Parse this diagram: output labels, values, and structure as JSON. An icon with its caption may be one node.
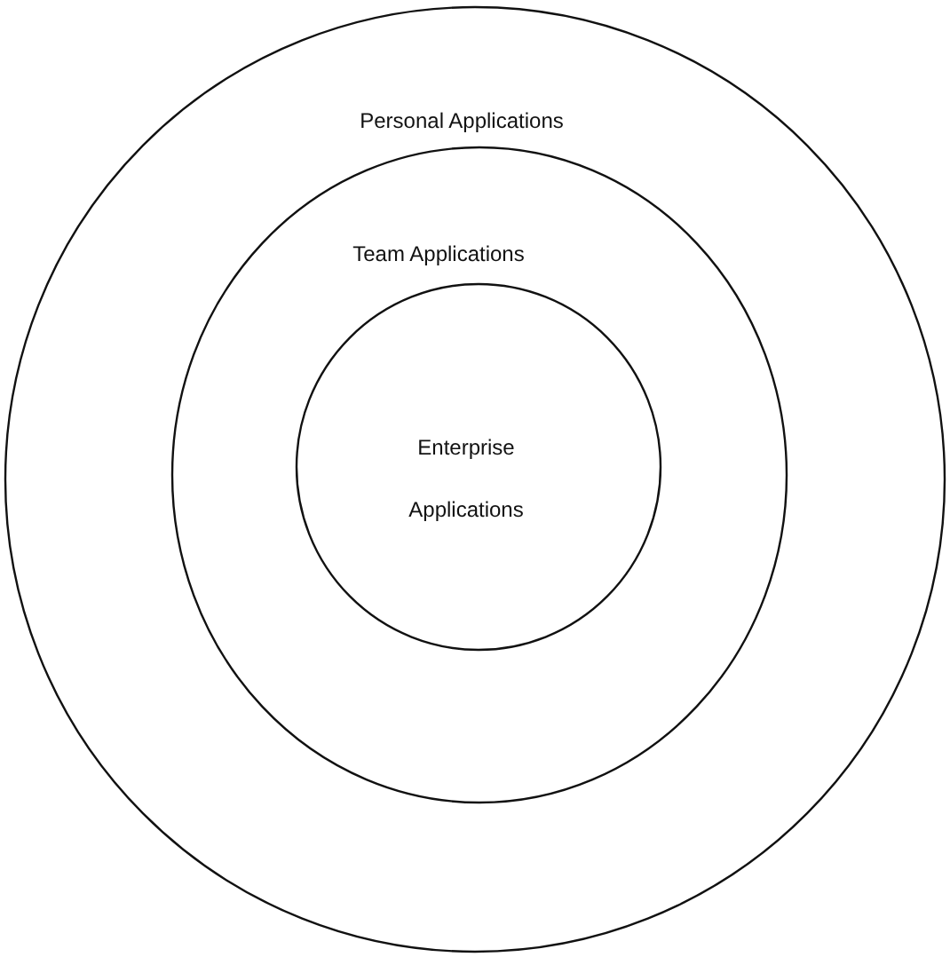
{
  "diagram": {
    "nodes": [
      {
        "text": [
          "Personal Applications"
        ]
      },
      {
        "text": [
          "Team Applications"
        ],
        "in": 0
      },
      {
        "text": [
          "Enterprise Applications"
        ],
        "in": 1
      }
    ]
  }
}
